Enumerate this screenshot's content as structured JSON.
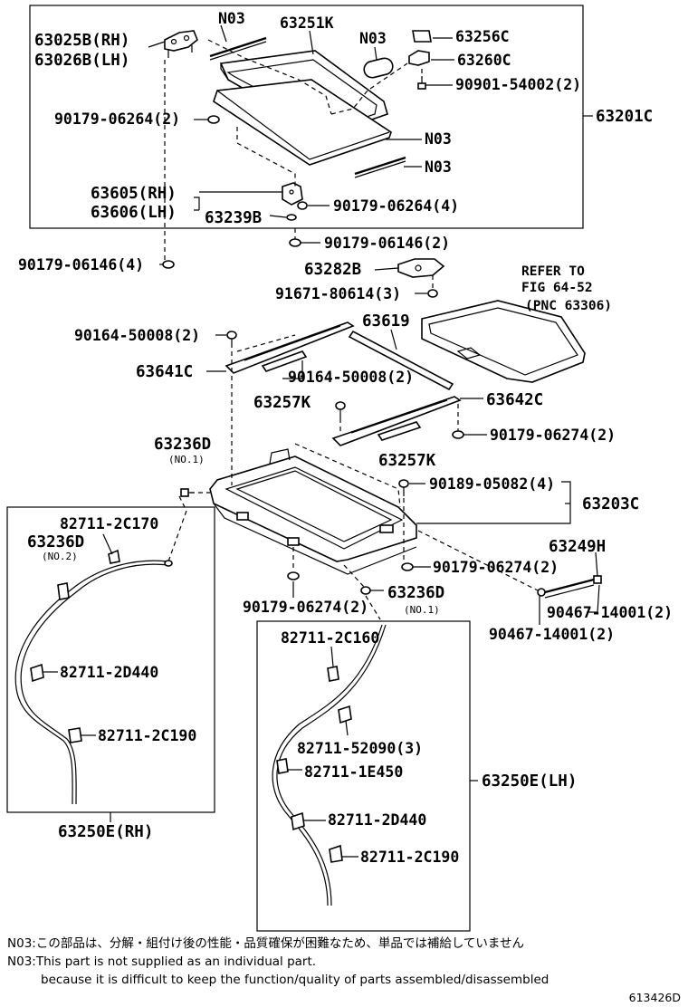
{
  "labels": {
    "n03_a": "N03",
    "l63251k": "63251K",
    "n03_b": "N03",
    "l63256c": "63256C",
    "l63025b": "63025B(RH)",
    "l63026b": "63026B(LH)",
    "l63260c": "63260C",
    "l90901": "90901-54002(2)",
    "l90179_06264_2": "90179-06264(2)",
    "l63201c": "63201C",
    "n03_c": "N03",
    "n03_d": "N03",
    "l63605": "63605(RH)",
    "l63606": "63606(LH)",
    "l90179_06264_4": "90179-06264(4)",
    "l63239b": "63239B",
    "l90179_06146_2": "90179-06146(2)",
    "l90179_06146_4": "90179-06146(4)",
    "l63282b": "63282B",
    "ref1": "REFER TO",
    "ref2": "FIG 64-52",
    "ref3": "(PNC 63306)",
    "l91671": "91671-80614(3)",
    "l90164_a": "90164-50008(2)",
    "l63619": "63619",
    "l63641c": "63641C",
    "l90164_b": "90164-50008(2)",
    "l63257k_a": "63257K",
    "l63642c": "63642C",
    "l90179_06274_a": "90179-06274(2)",
    "l63236d_a": "63236D",
    "no1_a": "(NO.1)",
    "l63257k_b": "63257K",
    "l90189": "90189-05082(4)",
    "l63203c": "63203C",
    "l82711_2c170": "82711-2C170",
    "l63236d_b": "63236D",
    "no2": "(NO.2)",
    "l63249h": "63249H",
    "l90179_06274_b": "90179-06274(2)",
    "l90467_a": "90467-14001(2)",
    "l90179_06274_c": "90179-06274(2)",
    "l63236d_c": "63236D",
    "no1_b": "(NO.1)",
    "l90467_b": "90467-14001(2)",
    "l82711_2c160": "82711-2C160",
    "l82711_2d440_a": "82711-2D440",
    "l82711_52090": "82711-52090(3)",
    "l82711_2c190_a": "82711-2C190",
    "l82711_1e450": "82711-1E450",
    "l63250e_lh": "63250E(LH)",
    "l82711_2d440_b": "82711-2D440",
    "l63250e_rh": "63250E(RH)",
    "l82711_2c190_b": "82711-2C190"
  },
  "notes": {
    "jp": "N03:この部品は、分解・組付け後の性能・品質確保が困難なため、単品では補給していません",
    "en1": "N03:This part is not supplied as an individual part.",
    "en2": "because it is difficult to keep the function/quality of parts assembled/disassembled"
  },
  "figure_code": "613426D"
}
